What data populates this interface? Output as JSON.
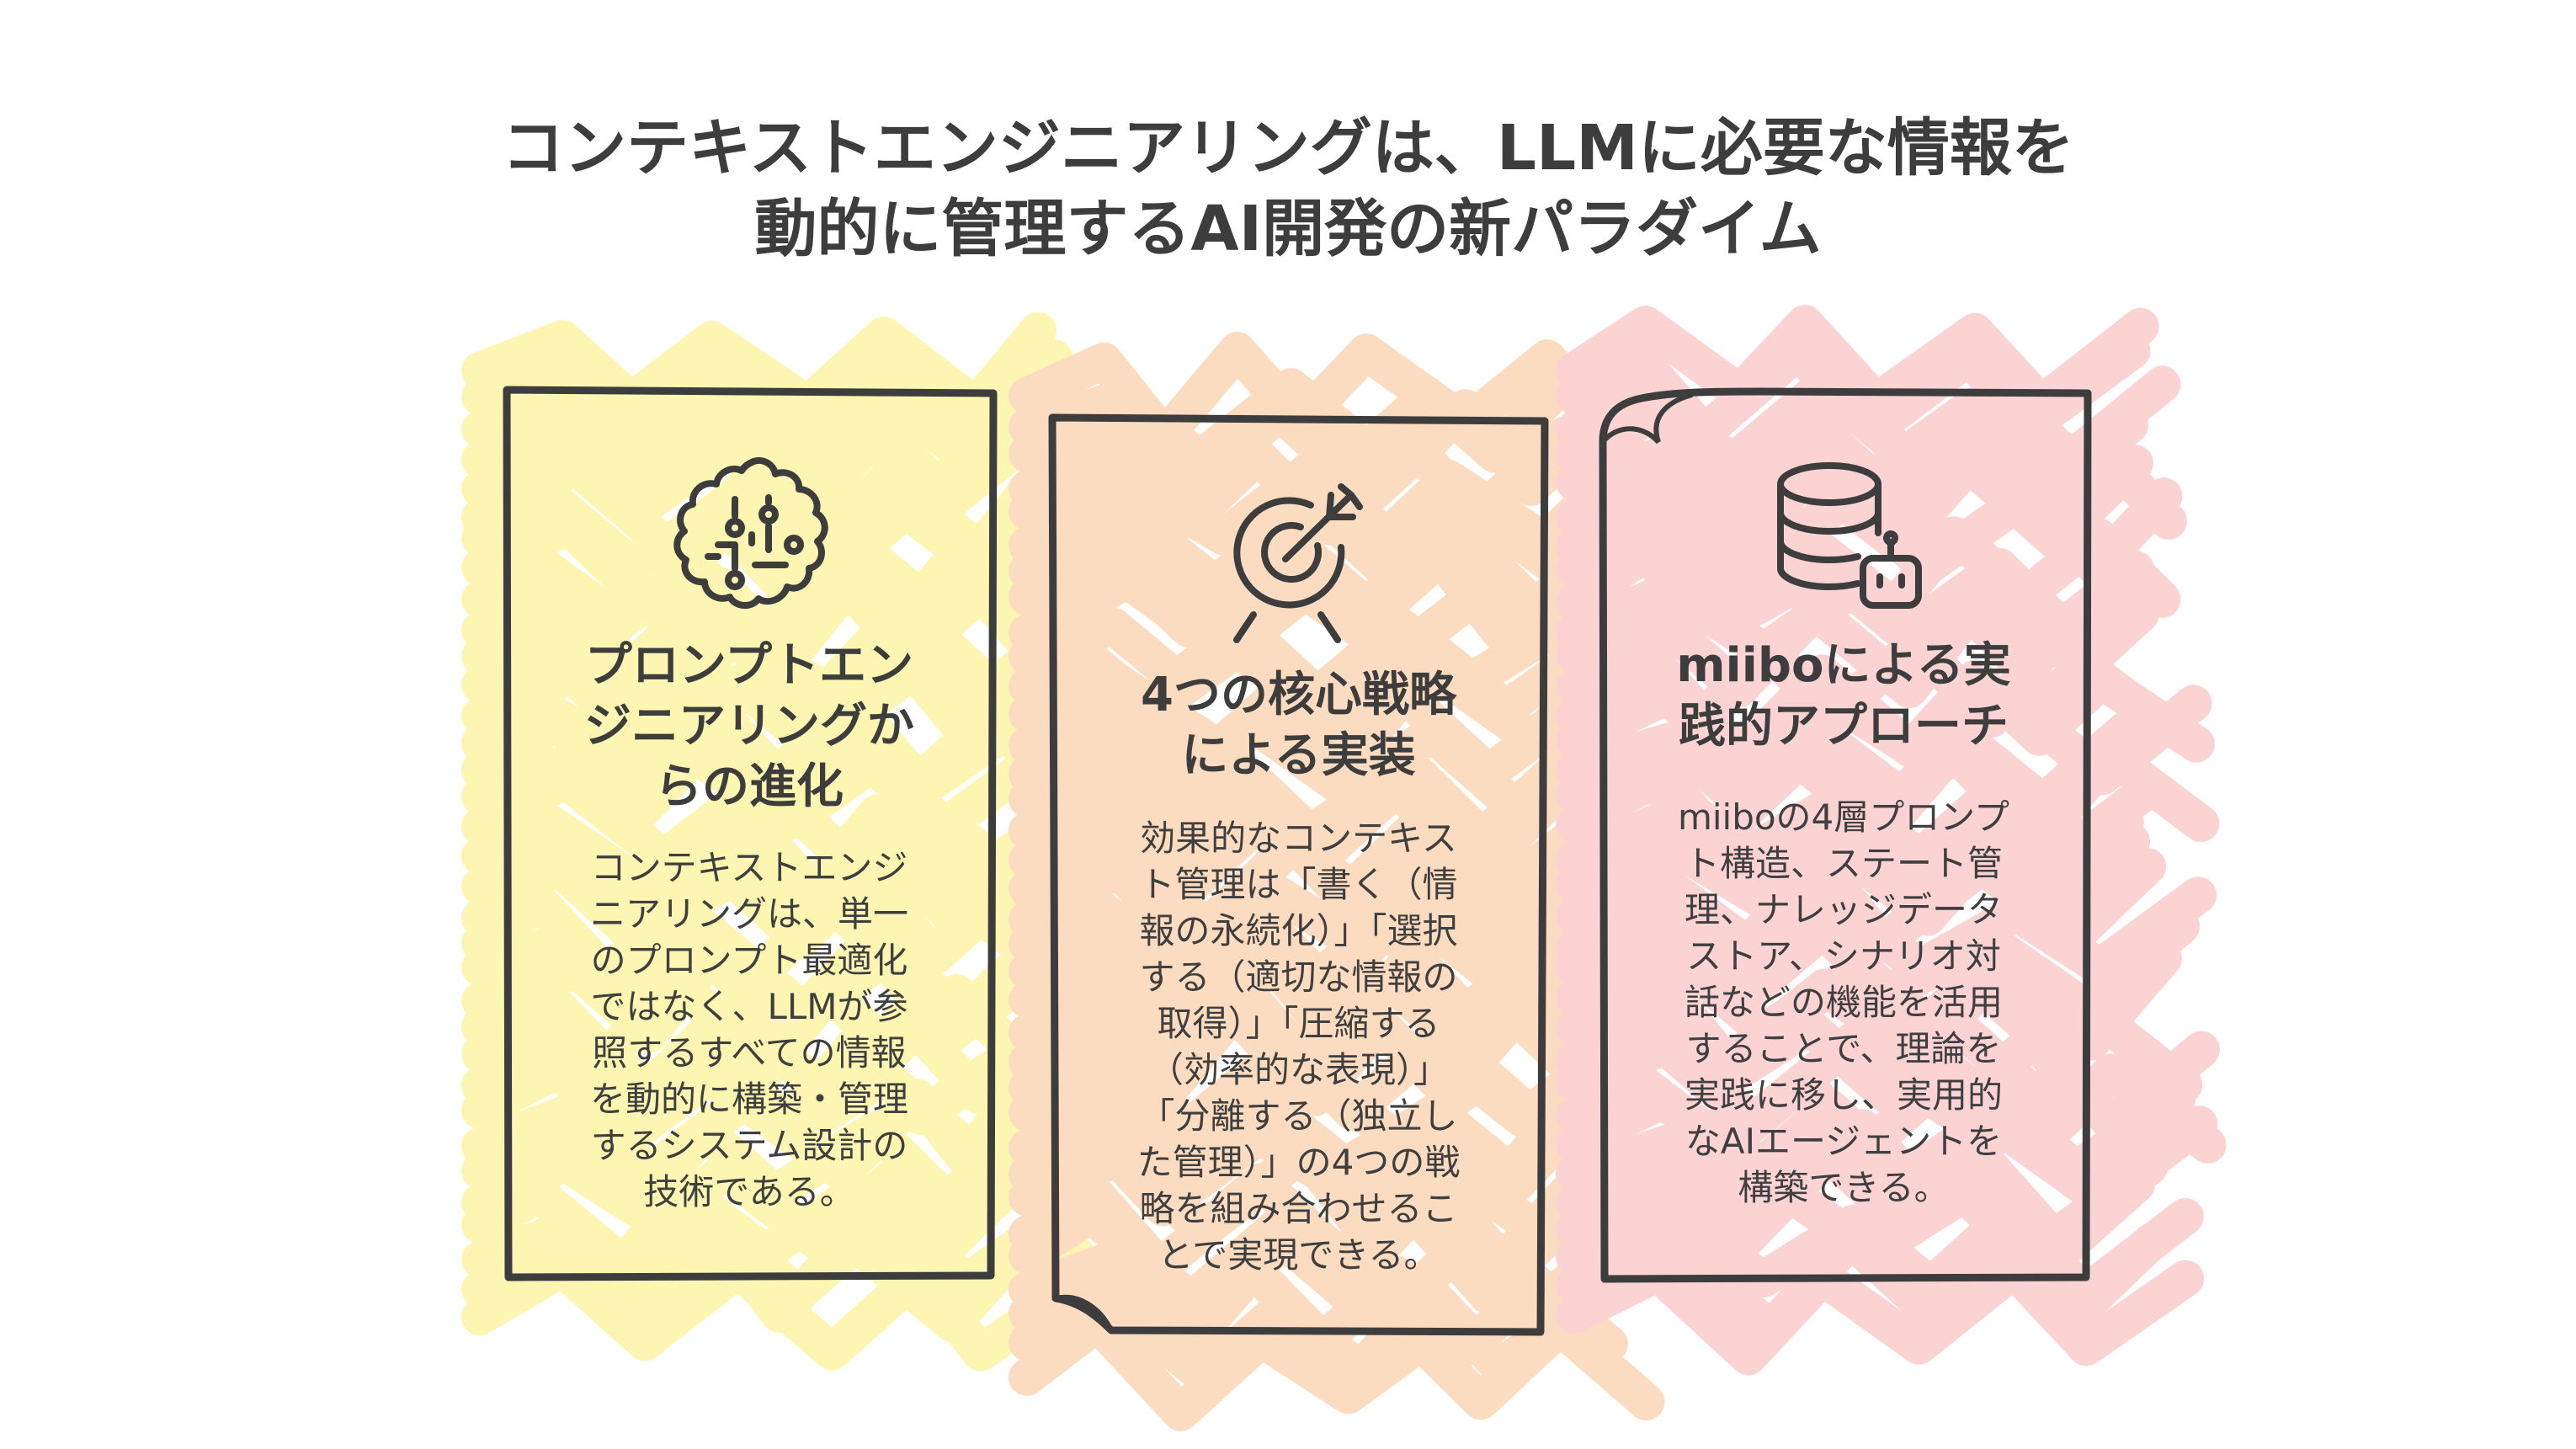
{
  "title": {
    "line1": "コンテキストエンジニアリングは、LLMに必要な情報を",
    "line2": "動的に管理するAI開発の新パラダイム"
  },
  "cards": [
    {
      "color": "#fdf5b2",
      "icon": "brain-circuit-icon",
      "heading": [
        "プロンプトエン",
        "ジニアリングか",
        "らの進化"
      ],
      "body": [
        "コンテキストエンジ",
        "ニアリングは、単一",
        "のプロンプト最適化",
        "ではなく、LLMが参",
        "照するすべての情報",
        "を動的に構築・管理",
        "するシステム設計の",
        "技術である。"
      ]
    },
    {
      "color": "#fcdcc0",
      "icon": "target-arrow-icon",
      "heading": [
        "4つの核心戦略",
        "による実装"
      ],
      "body": [
        "効果的なコンテキス",
        "ト管理は「書く（情",
        "報の永続化）」「選択",
        "する（適切な情報の",
        "取得）」「圧縮する",
        "（効率的な表現）」",
        "「分離する（独立し",
        "た管理）」の4つの戦",
        "略を組み合わせるこ",
        "とで実現できる。"
      ]
    },
    {
      "color": "#fbd3d3",
      "icon": "database-robot-icon",
      "heading": [
        "miiboによる実",
        "践的アプローチ"
      ],
      "body": [
        "miiboの4層プロンプ",
        "ト構造、ステート管",
        "理、ナレッジデータ",
        "ストア、シナリオ対",
        "話などの機能を活用",
        "することで、理論を",
        "実践に移し、実用的",
        "なAIエージェントを",
        "構築できる。"
      ]
    }
  ],
  "colors": {
    "outline": "#3d3d3d",
    "text": "#3a3a3a"
  }
}
